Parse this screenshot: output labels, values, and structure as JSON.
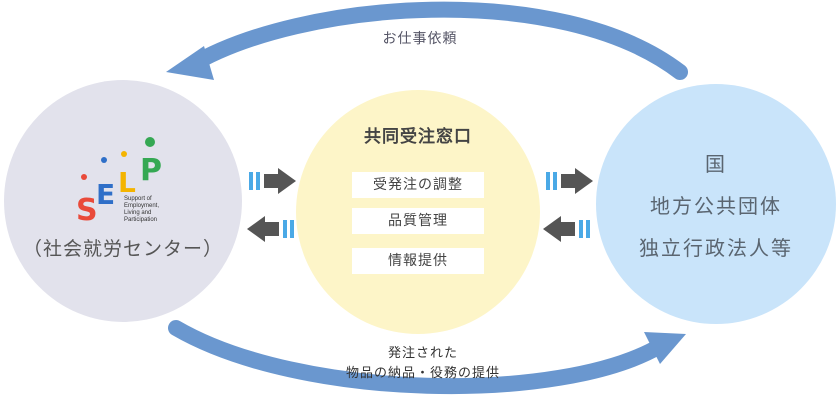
{
  "top_flow": {
    "label": "お仕事依頼"
  },
  "left_node": {
    "logo_text": "SELP",
    "logo_letters": [
      "S",
      "E",
      "L",
      "P"
    ],
    "logo_colors": [
      "#e94a3a",
      "#2f6fc8",
      "#f4b400",
      "#35a853"
    ],
    "logo_tagline": [
      "Support of",
      "Employment,",
      "Living and",
      "Participation"
    ],
    "caption": "（社会就労センター）"
  },
  "center_node": {
    "title": "共同受注窓口",
    "items": [
      "受発注の調整",
      "品質管理",
      "情報提供"
    ]
  },
  "right_node": {
    "lines": [
      "国",
      "地方公共団体",
      "独立行政法人等"
    ]
  },
  "bottom_flow": {
    "label_lines": [
      "発注された",
      "物品の納品・役務の提供"
    ]
  },
  "colors": {
    "flow_arrow": "#6a97cf",
    "side_arrow": "#555555",
    "stripe": "#4aa9e6",
    "left_circle": "#e2e2ec",
    "center_circle": "#fdf5c8",
    "right_circle": "#c9e4fa"
  }
}
